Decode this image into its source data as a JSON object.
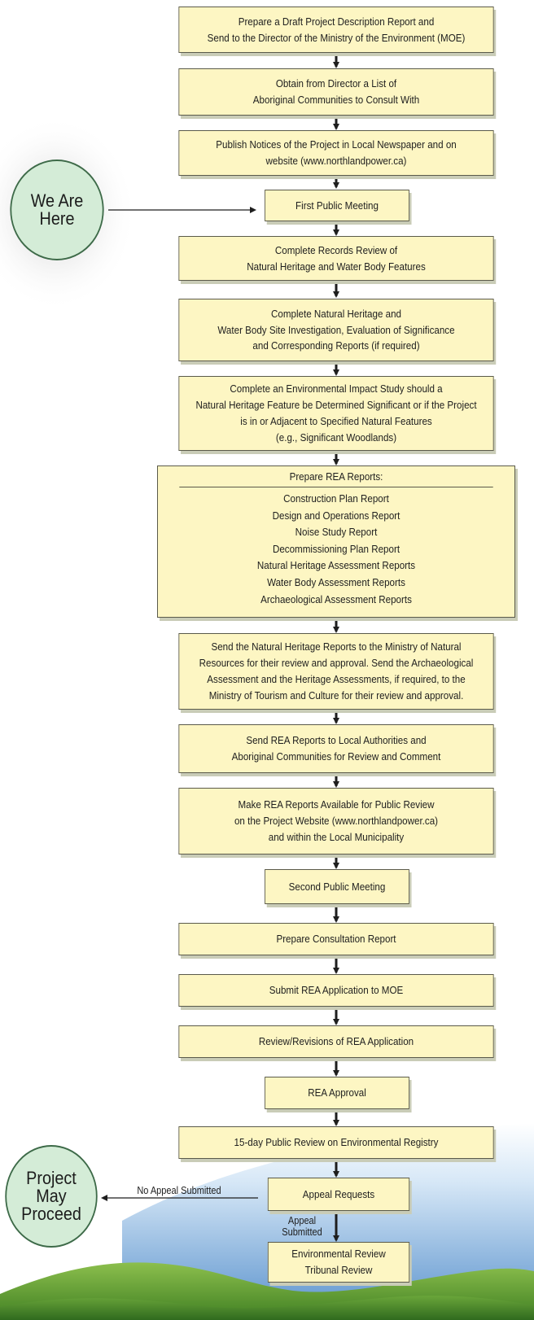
{
  "steps": {
    "draft_report": "Prepare a Draft Project Description Report and\nSend to the Director of the Ministry of the Environment (MOE)",
    "obtain_list": "Obtain from Director a List of\nAboriginal Communities to Consult With",
    "publish_notices": "Publish Notices of the Project in Local Newspaper and on\nwebsite (www.northlandpower.ca)",
    "first_meeting": "First Public Meeting",
    "records_review": "Complete Records Review of\nNatural Heritage and Water Body Features",
    "site_investigation": "Complete Natural Heritage and\nWater Body Site Investigation, Evaluation of Significance\nand Corresponding Reports (if required)",
    "impact_study": "Complete an Environmental Impact Study should a\nNatural Heritage Feature be Determined Significant or if the Project\nis in or Adjacent to Specified Natural Features\n(e.g., Significant Woodlands)",
    "rea_reports_title": "Prepare REA Reports:",
    "rea_reports_items": [
      "Construction Plan Report",
      "Design and Operations Report",
      "Noise Study Report",
      "Decommissioning Plan Report",
      "Natural Heritage Assessment Reports",
      "Water Body Assessment Reports",
      "Archaeological Assessment Reports"
    ],
    "send_heritage": "Send the Natural Heritage Reports to the Ministry of Natural\nResources for their review and approval. Send the Archaeological\nAssessment and the Heritage Assessments, if required, to the\nMinistry of Tourism and Culture for their review and approval.",
    "send_rea": "Send REA Reports to Local Authorities and\nAboriginal Communities for Review and Comment",
    "make_available": "Make REA Reports Available for Public Review\non the Project Website (www.northlandpower.ca)\nand within the Local Municipality",
    "second_meeting": "Second Public Meeting",
    "consultation_report": "Prepare Consultation Report",
    "submit_rea": "Submit REA Application to MOE",
    "review_revisions": "Review/Revisions of REA Application",
    "rea_approval": "REA Approval",
    "public_review": "15-day Public Review on Environmental Registry",
    "appeal_requests": "Appeal Requests",
    "tribunal_review": "Environmental Review\nTribunal Review"
  },
  "labels": {
    "we_are_here": "We Are\nHere",
    "project_may_proceed": "Project\nMay\nProceed",
    "no_appeal": "No Appeal Submitted",
    "appeal_submitted": "Appeal\nSubmitted"
  },
  "colors": {
    "box_fill": "#fdf6c3",
    "circle_fill": "#d4ecd7",
    "sky": "#3b7fc4",
    "hills": "#4d8f2e"
  }
}
